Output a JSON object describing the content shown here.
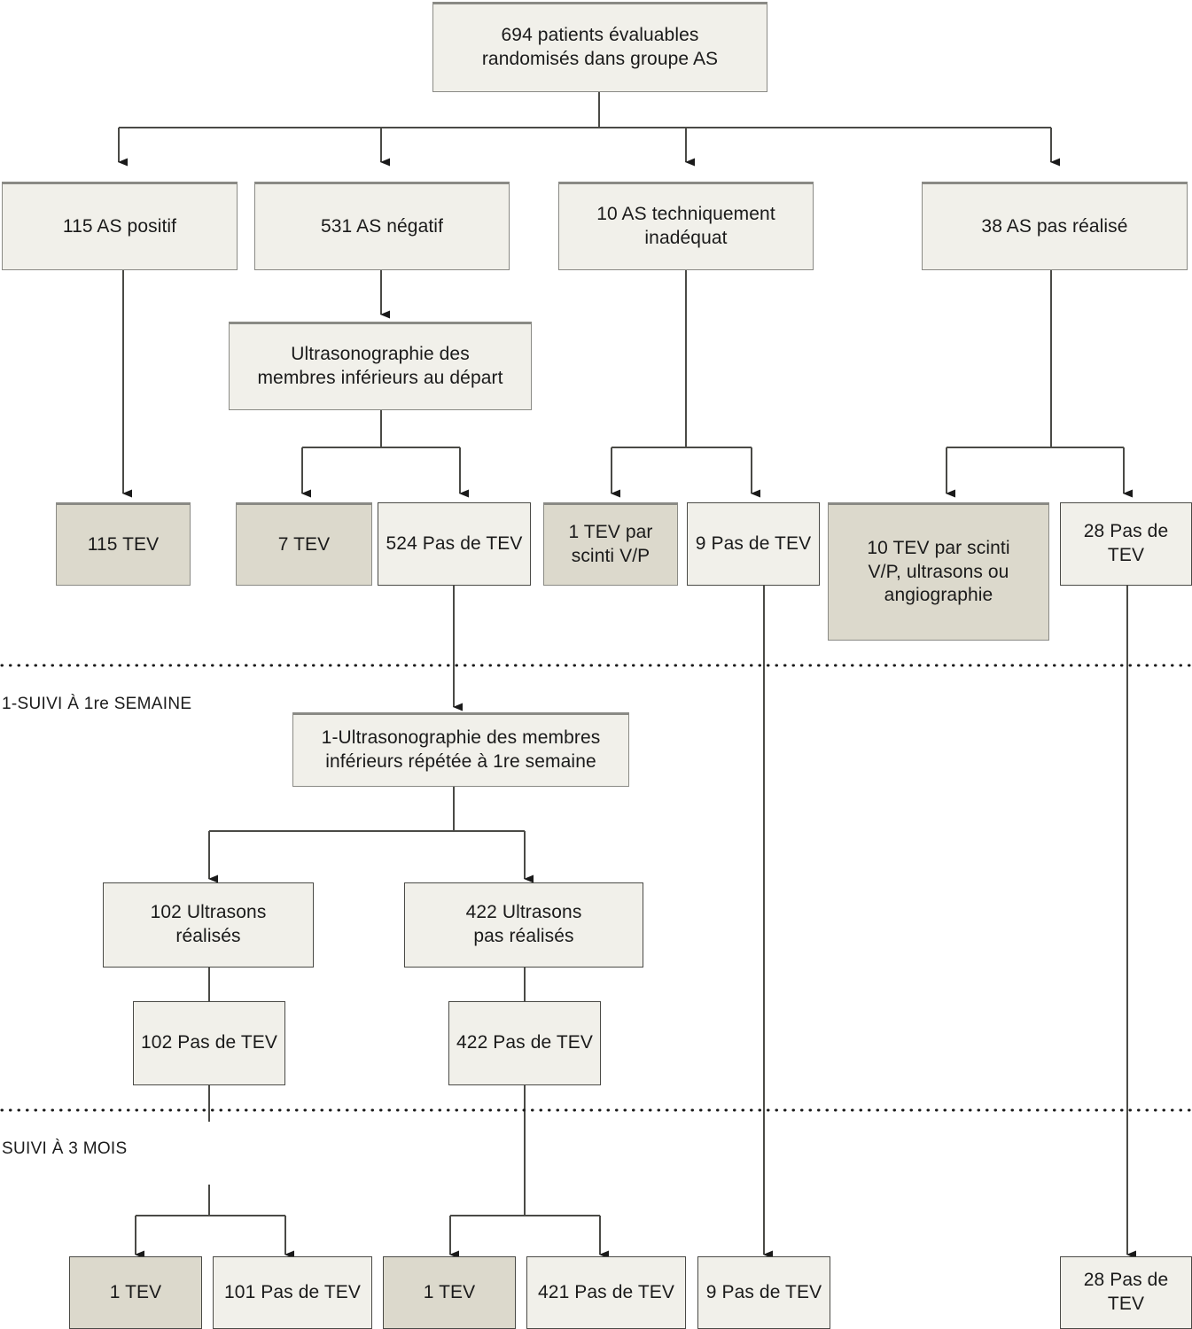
{
  "figure": {
    "kind": "clinical-trial-flow-diagram",
    "language": "fr",
    "colors": {
      "box_fill_light": "#f1f0ea",
      "box_fill_shaded": "#dcd9cc",
      "box_border": "#8a8a85",
      "connector": "#4a4a46",
      "text": "#1a1a1a",
      "background": "#ffffff"
    }
  },
  "nodes": {
    "root": "694 patients évaluables\nrandomisés dans groupe AS",
    "as_positif": "115 AS positif",
    "as_negatif": "531 AS négatif",
    "as_inadequat": "10 AS techniquement\ninadéquat",
    "as_pas_realise": "38 AS pas réalisé",
    "us_depart": "Ultrasonographie des\nmembres inférieurs au départ",
    "tev_115": "115 TEV",
    "tev_7": "7 TEV",
    "pas_524": "524 Pas de TEV",
    "tev_1_scinti": "1 TEV par\nscinti V/P",
    "pas_9": "9 Pas de TEV",
    "tev_10_scinti": "10 TEV par scinti\nV/P, ultrasons ou\nangiographie",
    "pas_28": "28 Pas de TEV",
    "us_repete": "1-Ultrasonographie des membres\ninférieurs répétée à 1re semaine",
    "us_realises_102": "102 Ultrasons\nréalisés",
    "us_pas_realises_422": "422 Ultrasons\npas réalisés",
    "pas_102": "102 Pas de TEV",
    "pas_422": "422 Pas de TEV",
    "tev_1_a": "1 TEV",
    "pas_101": "101 Pas de TEV",
    "tev_1_b": "1 TEV",
    "pas_421": "421 Pas de TEV",
    "pas_9_b": "9 Pas de TEV",
    "pas_28_b": "28 Pas de TEV"
  },
  "section_labels": {
    "week1": "1-SUIVI À 1re SEMAINE",
    "month3": "SUIVI À 3 MOIS"
  }
}
